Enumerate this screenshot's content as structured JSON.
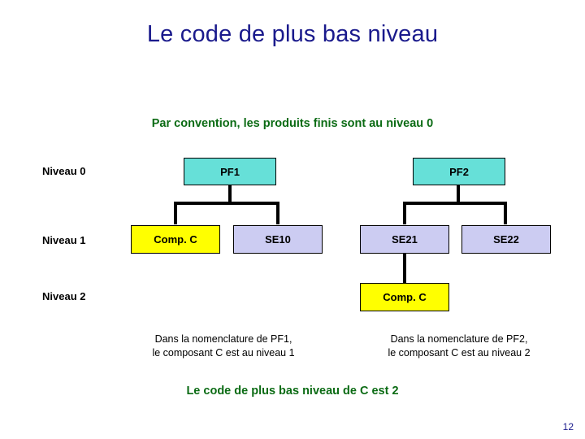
{
  "slide": {
    "title": "Le code de plus bas niveau",
    "subtitle": "Par convention, les produits finis sont au niveau 0",
    "conclusion": "Le code de plus bas niveau de C est 2",
    "page_number": "12",
    "colors": {
      "title": "#1a1a8c",
      "green_text": "#0b6b14",
      "node_cyan": "#66e0d8",
      "node_lavender": "#ccccf2",
      "node_yellow": "#ffff00",
      "border": "#000000"
    }
  },
  "levels": [
    {
      "label": "Niveau 0"
    },
    {
      "label": "Niveau 1"
    },
    {
      "label": "Niveau 2"
    }
  ],
  "nodes": {
    "pf1": "PF1",
    "pf2": "PF2",
    "comp_c_left": "Comp. C",
    "se10": "SE10",
    "se21": "SE21",
    "se22": "SE22",
    "comp_c_right": "Comp. C"
  },
  "captions": {
    "left_line1": "Dans la nomenclature de PF1,",
    "left_line2": "le composant C est au niveau 1",
    "right_line1": "Dans la nomenclature de PF2,",
    "right_line2": "le composant C est au niveau 2"
  }
}
